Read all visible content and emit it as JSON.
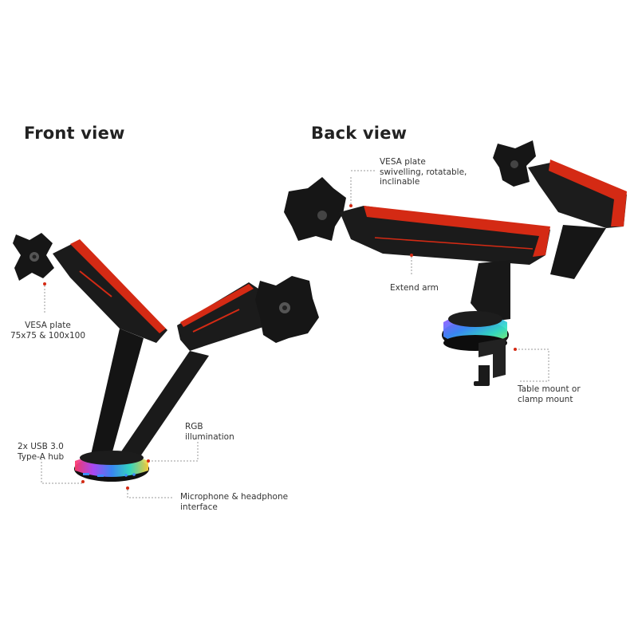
{
  "headings": {
    "front": "Front view",
    "back": "Back view"
  },
  "callouts": {
    "vesa_front": "VESA plate\n75x75 & 100x100",
    "usb_hub": "2x USB 3.0\nType-A hub",
    "rgb": "RGB\nillumination",
    "audio": "Microphone & headphone\ninterface",
    "vesa_back": "VESA plate\nswivelling, rotatable,\ninclinable",
    "extend_arm": "Extend arm",
    "mount": "Table mount or\nclamp mount"
  },
  "colors": {
    "accent_red": "#d42a14",
    "arm_black": "#1b1b1b",
    "leader_line": "#999999"
  }
}
